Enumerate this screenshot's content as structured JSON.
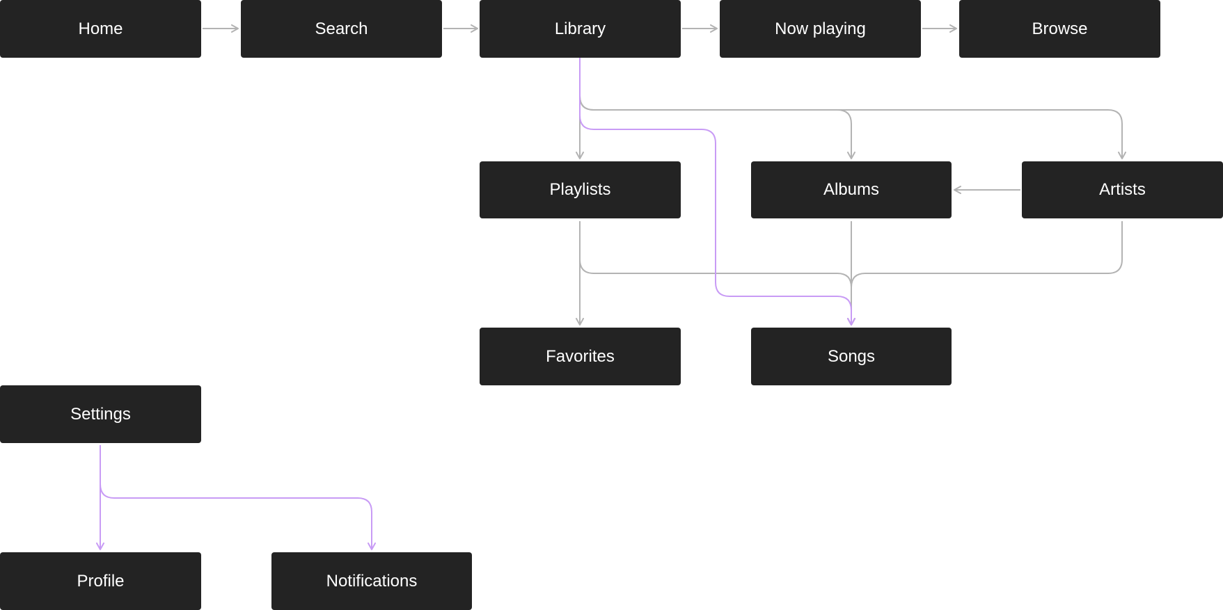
{
  "diagram": {
    "nodes": {
      "home": "Home",
      "search": "Search",
      "library": "Library",
      "now_playing": "Now playing",
      "browse": "Browse",
      "playlists": "Playlists",
      "albums": "Albums",
      "artists": "Artists",
      "favorites": "Favorites",
      "songs": "Songs",
      "settings": "Settings",
      "profile": "Profile",
      "notifications": "Notifications"
    },
    "edges": [
      {
        "from": "home",
        "to": "search",
        "style": "gray"
      },
      {
        "from": "search",
        "to": "library",
        "style": "gray"
      },
      {
        "from": "library",
        "to": "now_playing",
        "style": "gray"
      },
      {
        "from": "now_playing",
        "to": "browse",
        "style": "gray"
      },
      {
        "from": "library",
        "to": "playlists",
        "style": "gray"
      },
      {
        "from": "library",
        "to": "albums",
        "style": "gray"
      },
      {
        "from": "library",
        "to": "artists",
        "style": "gray"
      },
      {
        "from": "library",
        "to": "songs",
        "style": "purple"
      },
      {
        "from": "artists",
        "to": "albums",
        "style": "gray"
      },
      {
        "from": "playlists",
        "to": "favorites",
        "style": "gray"
      },
      {
        "from": "playlists",
        "to": "songs",
        "style": "gray"
      },
      {
        "from": "albums",
        "to": "songs",
        "style": "gray"
      },
      {
        "from": "artists",
        "to": "songs",
        "style": "gray"
      },
      {
        "from": "settings",
        "to": "profile",
        "style": "purple"
      },
      {
        "from": "settings",
        "to": "notifications",
        "style": "purple"
      }
    ],
    "colors": {
      "node_fill": "#232323",
      "node_text": "#ffffff",
      "edge_gray": "#b3b3b3",
      "edge_purple": "#c89bf5",
      "background": "#ffffff"
    }
  }
}
